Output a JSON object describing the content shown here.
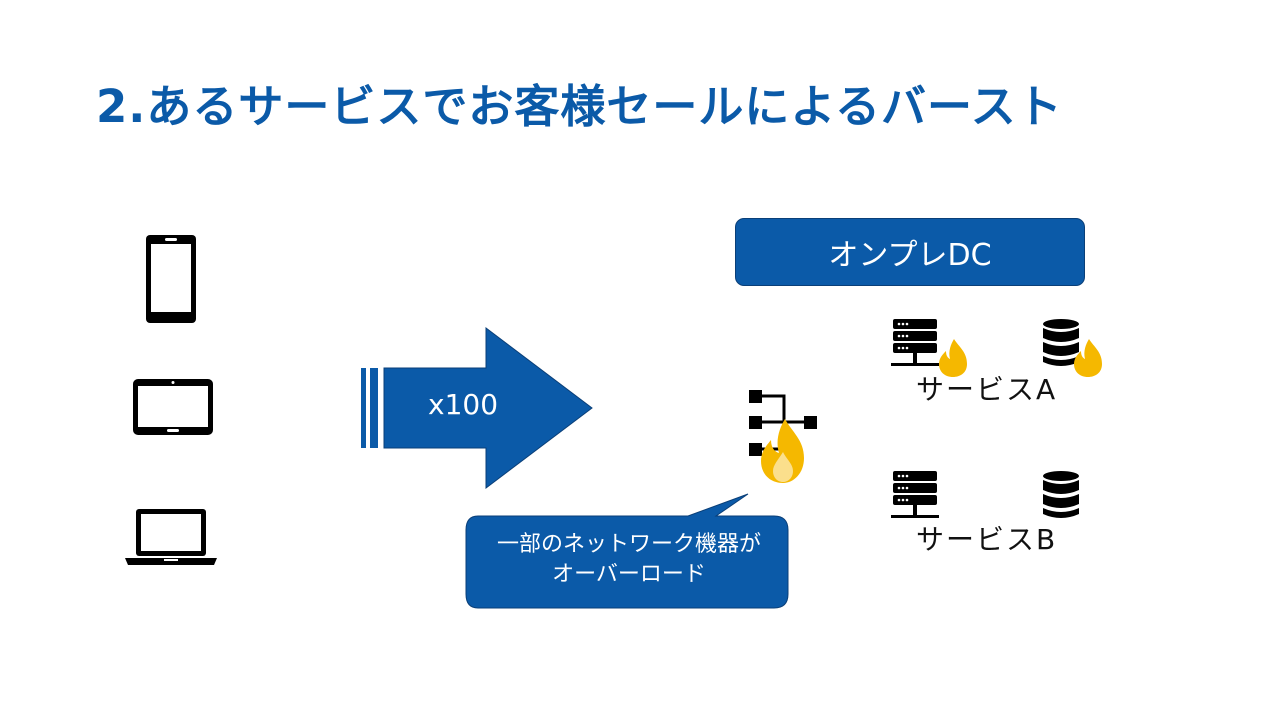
{
  "title": "2.あるサービスでお客様セールによるバースト",
  "devices": [
    {
      "icon": "smartphone-icon"
    },
    {
      "icon": "tablet-icon"
    },
    {
      "icon": "laptop-icon"
    }
  ],
  "arrow": {
    "label": "x100"
  },
  "datacenter": {
    "label": "オンプレDC"
  },
  "callout": {
    "line1": "一部のネットワーク機器が",
    "line2": "オーバーロード"
  },
  "services": [
    {
      "label": "サービスA",
      "overloaded": true
    },
    {
      "label": "サービスB",
      "overloaded": false
    }
  ],
  "colors": {
    "accent": "#0B5AA8",
    "flame": "#F5B800",
    "icon": "#000000"
  }
}
